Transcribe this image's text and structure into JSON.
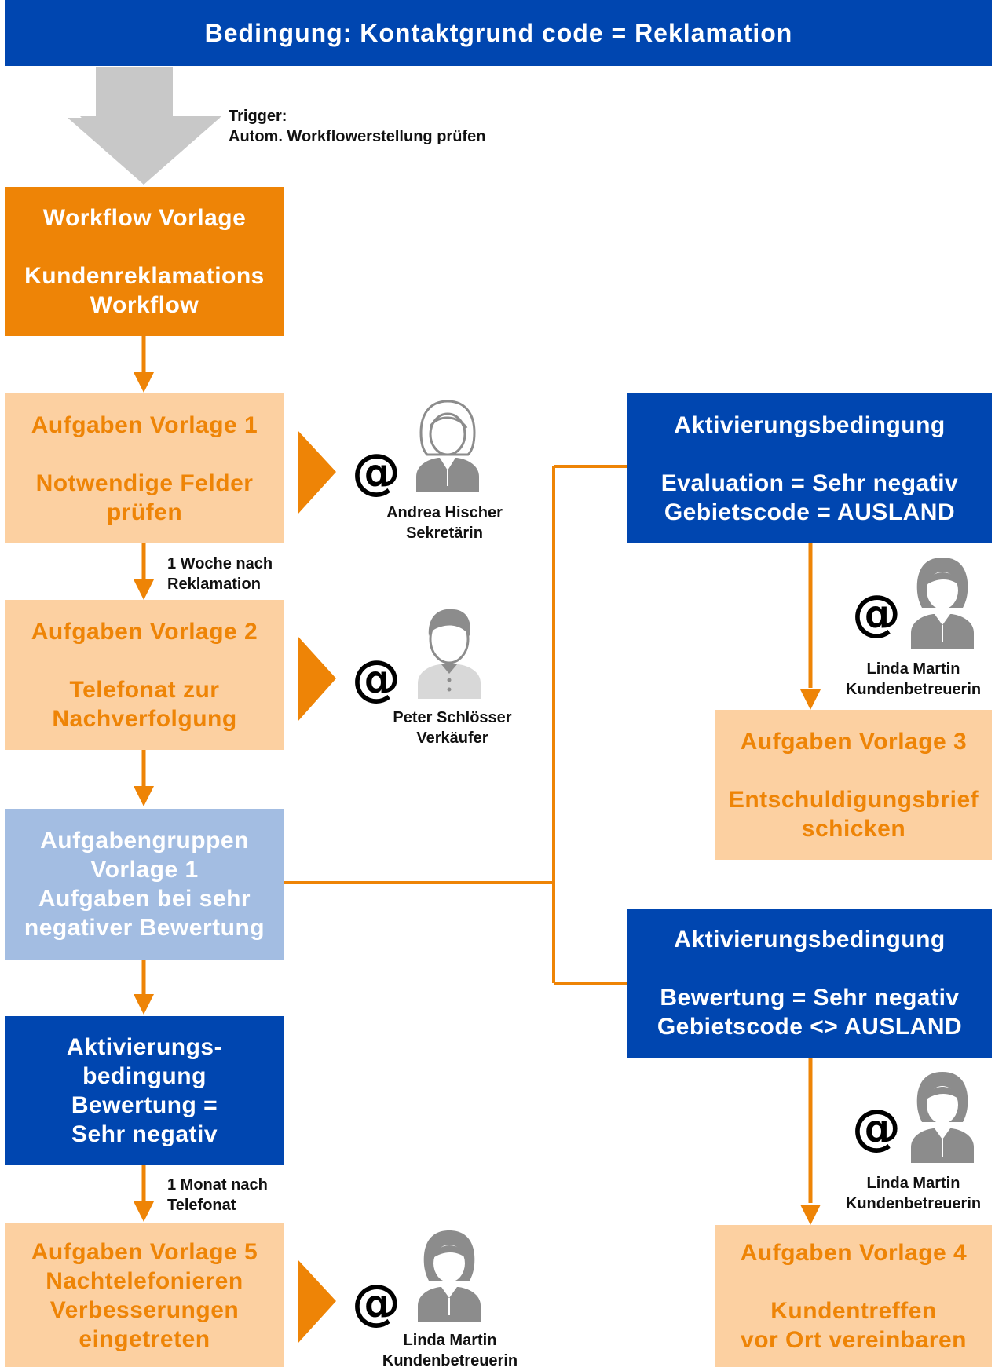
{
  "header": {
    "title": "Bedingung: Kontaktgrund code = Reklamation"
  },
  "trigger": {
    "line1": "Trigger:",
    "line2": "Autom. Workflowerstellung prüfen"
  },
  "workflow": {
    "line1": "Workflow Vorlage",
    "line2": "Kundenreklamations",
    "line3": "Workflow"
  },
  "task1": {
    "line1": "Aufgaben Vorlage 1",
    "line2": "Notwendige Felder",
    "line3": "prüfen"
  },
  "delay1": {
    "line1": "1 Woche nach",
    "line2": "Reklamation"
  },
  "task2": {
    "line1": "Aufgaben Vorlage 2",
    "line2": "Telefonat zur",
    "line3": "Nachverfolgung"
  },
  "group1": {
    "line1": "Aufgabengruppen",
    "line2": "Vorlage 1",
    "line3": "Aufgaben bei sehr",
    "line4": "negativer Bewertung"
  },
  "cond_left": {
    "line1": "Aktivierungs-",
    "line2": "bedingung",
    "line3": "Bewertung =",
    "line4": "Sehr negativ"
  },
  "delay2": {
    "line1": "1 Monat nach",
    "line2": "Telefonat"
  },
  "task5": {
    "line1": "Aufgaben Vorlage 5",
    "line2": "Nachtelefonieren",
    "line3": "Verbesserungen",
    "line4": "eingetreten"
  },
  "cond_top": {
    "line1": "Aktivierungsbedingung",
    "line2": "Evaluation = Sehr negativ",
    "line3": "Gebietscode = AUSLAND"
  },
  "task3": {
    "line1": "Aufgaben Vorlage 3",
    "line2": "Entschuldigungsbrief",
    "line3": "schicken"
  },
  "cond_bottom": {
    "line1": "Aktivierungsbedingung",
    "line2": "Bewertung = Sehr negativ",
    "line3": "Gebietscode <> AUSLAND"
  },
  "task4": {
    "line1": "Aufgaben Vorlage 4",
    "line2": "Kundentreffen",
    "line3": "vor Ort vereinbaren"
  },
  "people": {
    "andrea": {
      "name": "Andrea Hischer",
      "role": "Sekretärin"
    },
    "peter": {
      "name": "Peter Schlösser",
      "role": "Verkäufer"
    },
    "linda1": {
      "name": "Linda Martin",
      "role": "Kundenbetreuerin"
    },
    "linda2": {
      "name": "Linda Martin",
      "role": "Kundenbetreuerin"
    },
    "linda3": {
      "name": "Linda Martin",
      "role": "Kundenbetreuerin"
    }
  },
  "at_symbol": "@",
  "colors": {
    "orange": "#ee8406",
    "peach": "#fcd0a1",
    "blue": "#0046b0",
    "light_blue": "#a3bde2",
    "gray_arrow": "#c8c8c8",
    "person_gray": "#8c8c8c"
  }
}
